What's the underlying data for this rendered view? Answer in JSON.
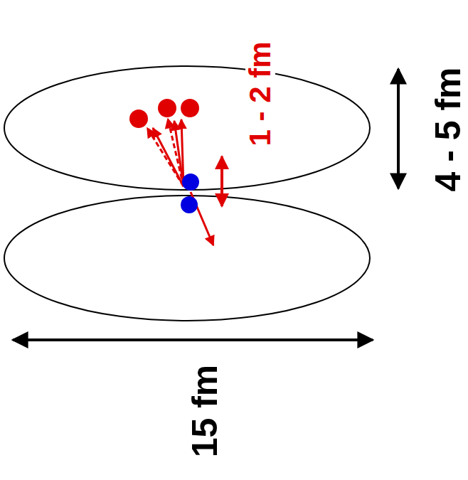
{
  "diagram": {
    "labels": [
      "15 fm",
      "4 - 5 fm",
      "1 - 2 fm"
    ]
  }
}
